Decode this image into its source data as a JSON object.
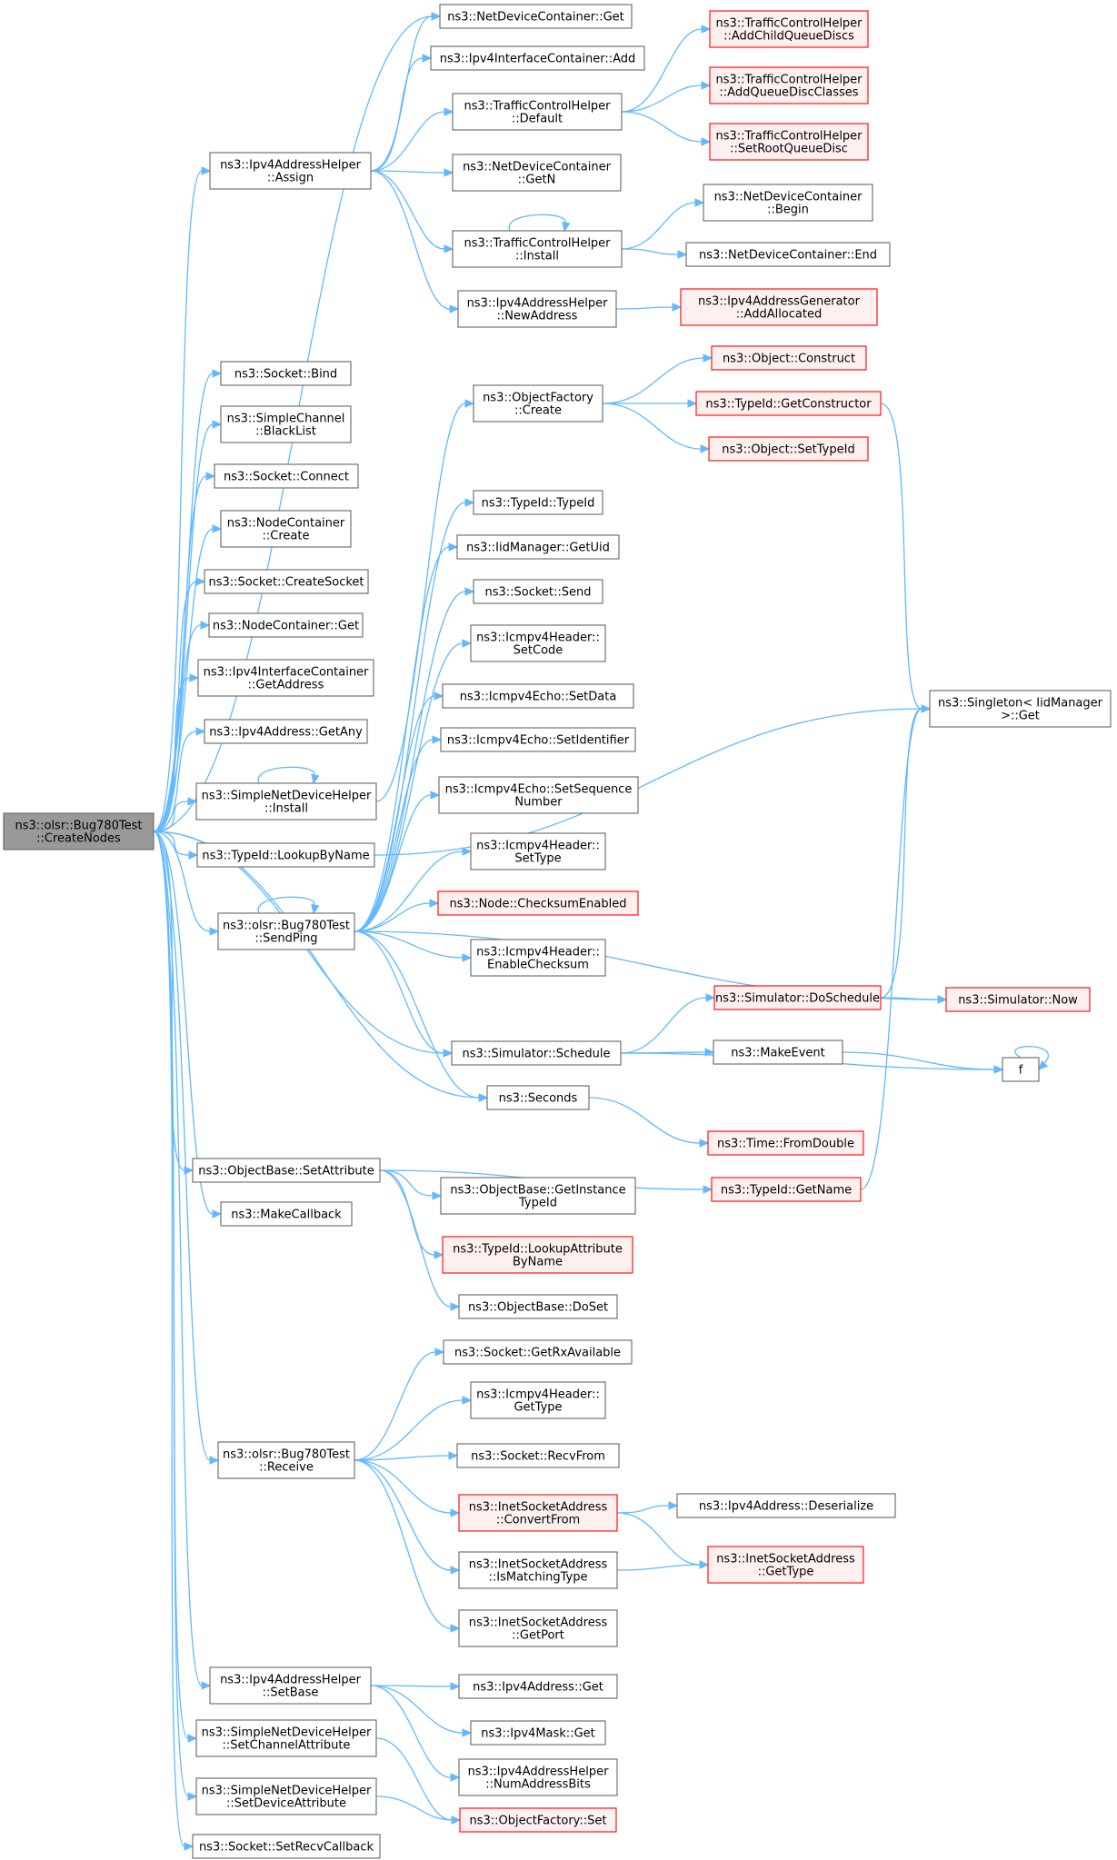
{
  "colors": {
    "edge": "#63b8ff",
    "root_fill": "#999999",
    "node_border": "#666666",
    "missing_border": "#ff0000",
    "missing_fill": "#fff0f0"
  },
  "nodes": [
    {
      "id": "root",
      "lines": [
        "ns3::olsr::Bug780Test",
        "::CreateNodes"
      ],
      "style": "root"
    },
    {
      "id": "ndc_get",
      "lines": [
        "ns3::NetDeviceContainer::Get"
      ],
      "style": "normal"
    },
    {
      "id": "iic_add",
      "lines": [
        "ns3::Ipv4InterfaceContainer::Add"
      ],
      "style": "normal"
    },
    {
      "id": "tch_default",
      "lines": [
        "ns3::TrafficControlHelper",
        "::Default"
      ],
      "style": "normal"
    },
    {
      "id": "iah_assign",
      "lines": [
        "ns3::Ipv4AddressHelper",
        "::Assign"
      ],
      "style": "normal"
    },
    {
      "id": "ndc_getn",
      "lines": [
        "ns3::NetDeviceContainer",
        "::GetN"
      ],
      "style": "normal"
    },
    {
      "id": "tch_addchild",
      "lines": [
        "ns3::TrafficControlHelper",
        "::AddChildQueueDiscs"
      ],
      "style": "missing"
    },
    {
      "id": "tch_addclasses",
      "lines": [
        "ns3::TrafficControlHelper",
        "::AddQueueDiscClasses"
      ],
      "style": "missing"
    },
    {
      "id": "tch_setroot",
      "lines": [
        "ns3::TrafficControlHelper",
        "::SetRootQueueDisc"
      ],
      "style": "missing"
    },
    {
      "id": "ndc_begin",
      "lines": [
        "ns3::NetDeviceContainer",
        "::Begin"
      ],
      "style": "normal"
    },
    {
      "id": "tch_install",
      "lines": [
        "ns3::TrafficControlHelper",
        "::Install"
      ],
      "style": "normal"
    },
    {
      "id": "ndc_end",
      "lines": [
        "ns3::NetDeviceContainer::End"
      ],
      "style": "normal"
    },
    {
      "id": "iah_newaddr",
      "lines": [
        "ns3::Ipv4AddressHelper",
        "::NewAddress"
      ],
      "style": "normal"
    },
    {
      "id": "iag_addalloc",
      "lines": [
        "ns3::Ipv4AddressGenerator",
        "::AddAllocated"
      ],
      "style": "missing"
    },
    {
      "id": "sock_bind",
      "lines": [
        "ns3::Socket::Bind"
      ],
      "style": "normal"
    },
    {
      "id": "of_create",
      "lines": [
        "ns3::ObjectFactory",
        "::Create"
      ],
      "style": "normal"
    },
    {
      "id": "obj_construct",
      "lines": [
        "ns3::Object::Construct"
      ],
      "style": "missing"
    },
    {
      "id": "tid_getctor",
      "lines": [
        "ns3::TypeId::GetConstructor"
      ],
      "style": "missing"
    },
    {
      "id": "sc_blacklist",
      "lines": [
        "ns3::SimpleChannel",
        "::BlackList"
      ],
      "style": "normal"
    },
    {
      "id": "obj_settypeid",
      "lines": [
        "ns3::Object::SetTypeId"
      ],
      "style": "missing"
    },
    {
      "id": "sock_connect",
      "lines": [
        "ns3::Socket::Connect"
      ],
      "style": "normal"
    },
    {
      "id": "tid_typeid",
      "lines": [
        "ns3::TypeId::TypeId"
      ],
      "style": "normal"
    },
    {
      "id": "nc_create",
      "lines": [
        "ns3::NodeContainer",
        "::Create"
      ],
      "style": "normal"
    },
    {
      "id": "iid_getuid",
      "lines": [
        "ns3::IidManager::GetUid"
      ],
      "style": "normal"
    },
    {
      "id": "sock_createsocket",
      "lines": [
        "ns3::Socket::CreateSocket"
      ],
      "style": "normal"
    },
    {
      "id": "sock_send",
      "lines": [
        "ns3::Socket::Send"
      ],
      "style": "normal"
    },
    {
      "id": "nc_get",
      "lines": [
        "ns3::NodeContainer::Get"
      ],
      "style": "normal"
    },
    {
      "id": "ich_setcode",
      "lines": [
        "ns3::Icmpv4Header::",
        "SetCode"
      ],
      "style": "normal"
    },
    {
      "id": "singleton_get",
      "lines": [
        "ns3::Singleton< IidManager",
        ">::Get"
      ],
      "style": "normal"
    },
    {
      "id": "iic_getaddr",
      "lines": [
        "ns3::Ipv4InterfaceContainer",
        "::GetAddress"
      ],
      "style": "normal"
    },
    {
      "id": "ie_setdata",
      "lines": [
        "ns3::Icmpv4Echo::SetData"
      ],
      "style": "normal"
    },
    {
      "id": "ia_getany",
      "lines": [
        "ns3::Ipv4Address::GetAny"
      ],
      "style": "normal"
    },
    {
      "id": "ie_setid",
      "lines": [
        "ns3::Icmpv4Echo::SetIdentifier"
      ],
      "style": "normal"
    },
    {
      "id": "ie_setseq",
      "lines": [
        "ns3::Icmpv4Echo::SetSequence",
        "Number"
      ],
      "style": "normal"
    },
    {
      "id": "sndh_install",
      "lines": [
        "ns3::SimpleNetDeviceHelper",
        "::Install"
      ],
      "style": "normal"
    },
    {
      "id": "tid_lookupbyname",
      "lines": [
        "ns3::TypeId::LookupByName"
      ],
      "style": "normal"
    },
    {
      "id": "ich_settype",
      "lines": [
        "ns3::Icmpv4Header::",
        "SetType"
      ],
      "style": "normal"
    },
    {
      "id": "node_checksum",
      "lines": [
        "ns3::Node::ChecksumEnabled"
      ],
      "style": "missing"
    },
    {
      "id": "sendping",
      "lines": [
        "ns3::olsr::Bug780Test",
        "::SendPing"
      ],
      "style": "normal"
    },
    {
      "id": "ich_enablechecksum",
      "lines": [
        "ns3::Icmpv4Header::",
        "EnableChecksum"
      ],
      "style": "normal"
    },
    {
      "id": "sim_doschedule",
      "lines": [
        "ns3::Simulator::DoSchedule"
      ],
      "style": "missing"
    },
    {
      "id": "sim_now",
      "lines": [
        "ns3::Simulator::Now"
      ],
      "style": "missing"
    },
    {
      "id": "sim_schedule",
      "lines": [
        "ns3::Simulator::Schedule"
      ],
      "style": "normal"
    },
    {
      "id": "makeevent",
      "lines": [
        "ns3::MakeEvent"
      ],
      "style": "normal"
    },
    {
      "id": "f",
      "lines": [
        "f"
      ],
      "style": "normal"
    },
    {
      "id": "seconds",
      "lines": [
        "ns3::Seconds"
      ],
      "style": "normal"
    },
    {
      "id": "time_fromdouble",
      "lines": [
        "ns3::Time::FromDouble"
      ],
      "style": "missing"
    },
    {
      "id": "ob_setattr",
      "lines": [
        "ns3::ObjectBase::SetAttribute"
      ],
      "style": "normal"
    },
    {
      "id": "tid_getname",
      "lines": [
        "ns3::TypeId::GetName"
      ],
      "style": "missing"
    },
    {
      "id": "ob_getinstance",
      "lines": [
        "ns3::ObjectBase::GetInstance",
        "TypeId"
      ],
      "style": "normal"
    },
    {
      "id": "makecallback",
      "lines": [
        "ns3::MakeCallback"
      ],
      "style": "normal"
    },
    {
      "id": "tid_lookupattr",
      "lines": [
        "ns3::TypeId::LookupAttribute",
        "ByName"
      ],
      "style": "missing"
    },
    {
      "id": "ob_doset",
      "lines": [
        "ns3::ObjectBase::DoSet"
      ],
      "style": "normal"
    },
    {
      "id": "sock_getrx",
      "lines": [
        "ns3::Socket::GetRxAvailable"
      ],
      "style": "normal"
    },
    {
      "id": "ich_gettype",
      "lines": [
        "ns3::Icmpv4Header::",
        "GetType"
      ],
      "style": "normal"
    },
    {
      "id": "receive",
      "lines": [
        "ns3::olsr::Bug780Test",
        "::Receive"
      ],
      "style": "normal"
    },
    {
      "id": "sock_recvfrom",
      "lines": [
        "ns3::Socket::RecvFrom"
      ],
      "style": "normal"
    },
    {
      "id": "isa_convertfrom",
      "lines": [
        "ns3::InetSocketAddress",
        "::ConvertFrom"
      ],
      "style": "missing"
    },
    {
      "id": "ia_deserialize",
      "lines": [
        "ns3::Ipv4Address::Deserialize"
      ],
      "style": "normal"
    },
    {
      "id": "isa_ismatching",
      "lines": [
        "ns3::InetSocketAddress",
        "::IsMatchingType"
      ],
      "style": "normal"
    },
    {
      "id": "isa_gettype",
      "lines": [
        "ns3::InetSocketAddress",
        "::GetType"
      ],
      "style": "missing"
    },
    {
      "id": "isa_getport",
      "lines": [
        "ns3::InetSocketAddress",
        "::GetPort"
      ],
      "style": "normal"
    },
    {
      "id": "iah_setbase",
      "lines": [
        "ns3::Ipv4AddressHelper",
        "::SetBase"
      ],
      "style": "normal"
    },
    {
      "id": "ia_get",
      "lines": [
        "ns3::Ipv4Address::Get"
      ],
      "style": "normal"
    },
    {
      "id": "sndh_setchannel",
      "lines": [
        "ns3::SimpleNetDeviceHelper",
        "::SetChannelAttribute"
      ],
      "style": "normal"
    },
    {
      "id": "im_get",
      "lines": [
        "ns3::Ipv4Mask::Get"
      ],
      "style": "normal"
    },
    {
      "id": "iah_numbits",
      "lines": [
        "ns3::Ipv4AddressHelper",
        "::NumAddressBits"
      ],
      "style": "normal"
    },
    {
      "id": "sndh_setdevice",
      "lines": [
        "ns3::SimpleNetDeviceHelper",
        "::SetDeviceAttribute"
      ],
      "style": "normal"
    },
    {
      "id": "of_set",
      "lines": [
        "ns3::ObjectFactory::Set"
      ],
      "style": "missing"
    },
    {
      "id": "sock_setrecvcb",
      "lines": [
        "ns3::Socket::SetRecvCallback"
      ],
      "style": "normal"
    }
  ],
  "edges": [
    [
      "root",
      "ndc_get"
    ],
    [
      "root",
      "iah_assign"
    ],
    [
      "root",
      "sock_bind"
    ],
    [
      "root",
      "sc_blacklist"
    ],
    [
      "root",
      "sock_connect"
    ],
    [
      "root",
      "nc_create"
    ],
    [
      "root",
      "sock_createsocket"
    ],
    [
      "root",
      "nc_get"
    ],
    [
      "root",
      "iic_getaddr"
    ],
    [
      "root",
      "ia_getany"
    ],
    [
      "root",
      "sndh_install"
    ],
    [
      "root",
      "tid_lookupbyname"
    ],
    [
      "root",
      "sendping"
    ],
    [
      "root",
      "sim_schedule"
    ],
    [
      "root",
      "seconds"
    ],
    [
      "root",
      "ob_setattr"
    ],
    [
      "root",
      "makecallback"
    ],
    [
      "root",
      "receive"
    ],
    [
      "root",
      "iah_setbase"
    ],
    [
      "root",
      "sndh_setchannel"
    ],
    [
      "root",
      "sndh_setdevice"
    ],
    [
      "root",
      "sock_setrecvcb"
    ],
    [
      "iah_assign",
      "ndc_get"
    ],
    [
      "iah_assign",
      "iic_add"
    ],
    [
      "iah_assign",
      "tch_default"
    ],
    [
      "iah_assign",
      "ndc_getn"
    ],
    [
      "iah_assign",
      "tch_install"
    ],
    [
      "iah_assign",
      "iah_newaddr"
    ],
    [
      "tch_default",
      "tch_addchild"
    ],
    [
      "tch_default",
      "tch_addclasses"
    ],
    [
      "tch_default",
      "tch_setroot"
    ],
    [
      "tch_install",
      "tch_install"
    ],
    [
      "tch_install",
      "ndc_begin"
    ],
    [
      "tch_install",
      "ndc_end"
    ],
    [
      "iah_newaddr",
      "iag_addalloc"
    ],
    [
      "of_create",
      "obj_construct"
    ],
    [
      "of_create",
      "tid_getctor"
    ],
    [
      "of_create",
      "obj_settypeid"
    ],
    [
      "tid_getctor",
      "singleton_get"
    ],
    [
      "sndh_install",
      "sndh_install"
    ],
    [
      "sndh_install",
      "of_create"
    ],
    [
      "tid_lookupbyname",
      "singleton_get"
    ],
    [
      "sendping",
      "sendping"
    ],
    [
      "sendping",
      "tid_typeid"
    ],
    [
      "sendping",
      "iid_getuid"
    ],
    [
      "sendping",
      "sock_send"
    ],
    [
      "sendping",
      "ich_setcode"
    ],
    [
      "sendping",
      "ie_setdata"
    ],
    [
      "sendping",
      "ie_setid"
    ],
    [
      "sendping",
      "ie_setseq"
    ],
    [
      "sendping",
      "ich_settype"
    ],
    [
      "sendping",
      "node_checksum"
    ],
    [
      "sendping",
      "ich_enablechecksum"
    ],
    [
      "sendping",
      "sim_now"
    ],
    [
      "sendping",
      "sim_schedule"
    ],
    [
      "sendping",
      "seconds"
    ],
    [
      "sim_schedule",
      "sim_doschedule"
    ],
    [
      "sim_schedule",
      "makeevent"
    ],
    [
      "sim_schedule",
      "f"
    ],
    [
      "sim_doschedule",
      "singleton_get"
    ],
    [
      "sim_doschedule",
      "sim_now"
    ],
    [
      "makeevent",
      "f"
    ],
    [
      "f",
      "f"
    ],
    [
      "seconds",
      "time_fromdouble"
    ],
    [
      "ob_setattr",
      "tid_getname"
    ],
    [
      "ob_setattr",
      "ob_getinstance"
    ],
    [
      "ob_setattr",
      "tid_lookupattr"
    ],
    [
      "ob_setattr",
      "ob_doset"
    ],
    [
      "tid_getname",
      "singleton_get"
    ],
    [
      "receive",
      "sock_getrx"
    ],
    [
      "receive",
      "ich_gettype"
    ],
    [
      "receive",
      "sock_recvfrom"
    ],
    [
      "receive",
      "isa_convertfrom"
    ],
    [
      "receive",
      "isa_ismatching"
    ],
    [
      "receive",
      "isa_getport"
    ],
    [
      "isa_convertfrom",
      "ia_deserialize"
    ],
    [
      "isa_convertfrom",
      "isa_gettype"
    ],
    [
      "isa_ismatching",
      "isa_gettype"
    ],
    [
      "iah_setbase",
      "ia_get"
    ],
    [
      "iah_setbase",
      "im_get"
    ],
    [
      "iah_setbase",
      "iah_numbits"
    ],
    [
      "sndh_setchannel",
      "of_set"
    ],
    [
      "sndh_setdevice",
      "of_set"
    ]
  ]
}
